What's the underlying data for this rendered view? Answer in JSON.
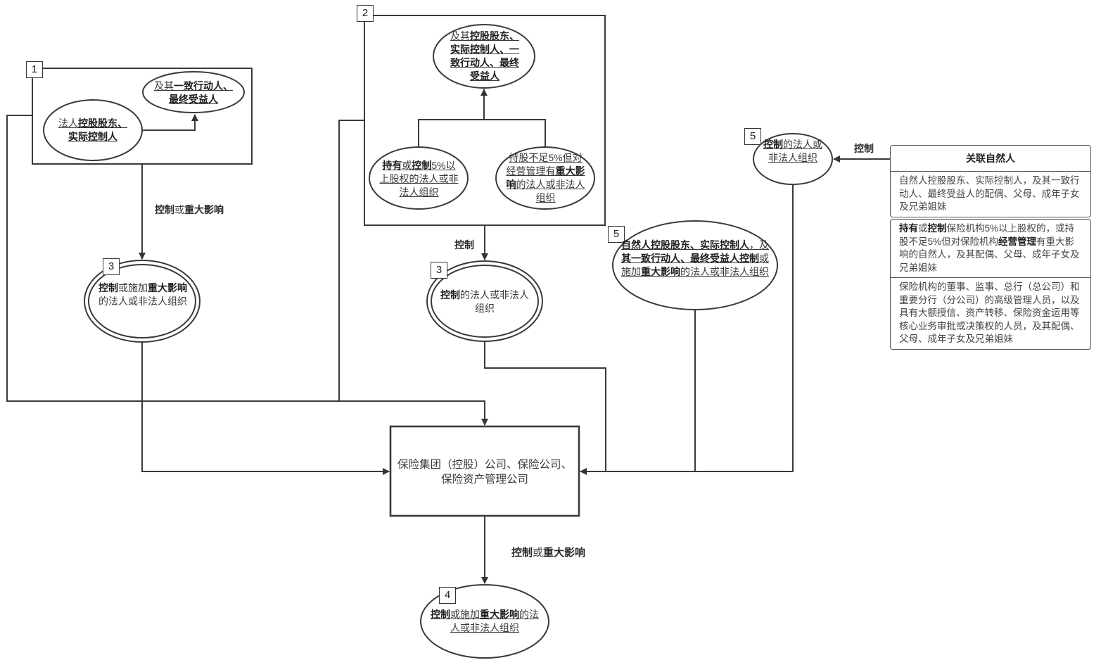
{
  "nodes": {
    "n1_inner": {
      "pre": "及其",
      "bold": "一致行动人、最终受益人"
    },
    "n1_main": {
      "pre": "法人",
      "bold1": "控股股东、",
      "bold2": "实际控制人"
    },
    "n2_top": {
      "pre": "及其",
      "bold": "控股股东、实际控制人、一致行动人、最终受益人"
    },
    "n2_left": {
      "b1": "持有",
      "t1": "或",
      "b2": "控制",
      "t2": "5%以上股权的法人或非法人组织"
    },
    "n2_right": {
      "t1": "持股不足5%但对经营管理有",
      "b1": "重大影响",
      "t2": "的法人或非法人组织"
    },
    "n3_left": {
      "b1": "控制",
      "t1": "或施加",
      "b2": "重大影响",
      "t2": "的法人或非法人组织"
    },
    "n3_mid": {
      "b1": "控制",
      "t1": "的法人或非法人组织"
    },
    "n5_mid": {
      "b1": "自然人控股股东、实际控制人",
      "t1": "，及",
      "b2": "其一致行动人、最终受益人控制",
      "t2": "或施加",
      "b3": "重大影响",
      "t3": "的法人或非法人组织"
    },
    "n5_right": {
      "b1": "控制",
      "t1": "的法人或非法人组织"
    },
    "center": {
      "text": "保险集团（控股）公司、保险公司、保险资产管理公司"
    },
    "n4": {
      "b1": "控制",
      "t1": "或施加",
      "b2": "重大影响",
      "t2": "的法人或非法人组织"
    }
  },
  "numbers": [
    "1",
    "2",
    "3",
    "3",
    "4",
    "5",
    "5"
  ],
  "edge_labels": {
    "e1": {
      "b1": "控制",
      "t1": "或",
      "b2": "重大影响"
    },
    "e2": {
      "b1": "控制"
    },
    "e3": {
      "b1": "控制"
    },
    "e4": {
      "b1": "控制",
      "t1": "或",
      "b2": "重大影响"
    }
  },
  "card": {
    "title": "关联自然人",
    "row1": "自然人控股股东、实际控制人，及其一致行动人、最终受益人的配偶、父母、成年子女及兄弟姐妹",
    "row2": {
      "b1": "持有",
      "t1": "或",
      "b2": "控制",
      "t2": "保险机构5%以上股权的，或持股不足5%但对保险机构",
      "b3": "经营管理",
      "t3": "有重大影响的自然人，及其配偶、父母、成年子女及兄弟姐妹"
    },
    "row3": "保险机构的董事、监事、总行（总公司）和重要分行（分公司）的高级管理人员，以及具有大额授信、资产转移、保险资金运用等核心业务审批或决策权的人员，及其配偶、父母、成年子女及兄弟姐妹"
  }
}
